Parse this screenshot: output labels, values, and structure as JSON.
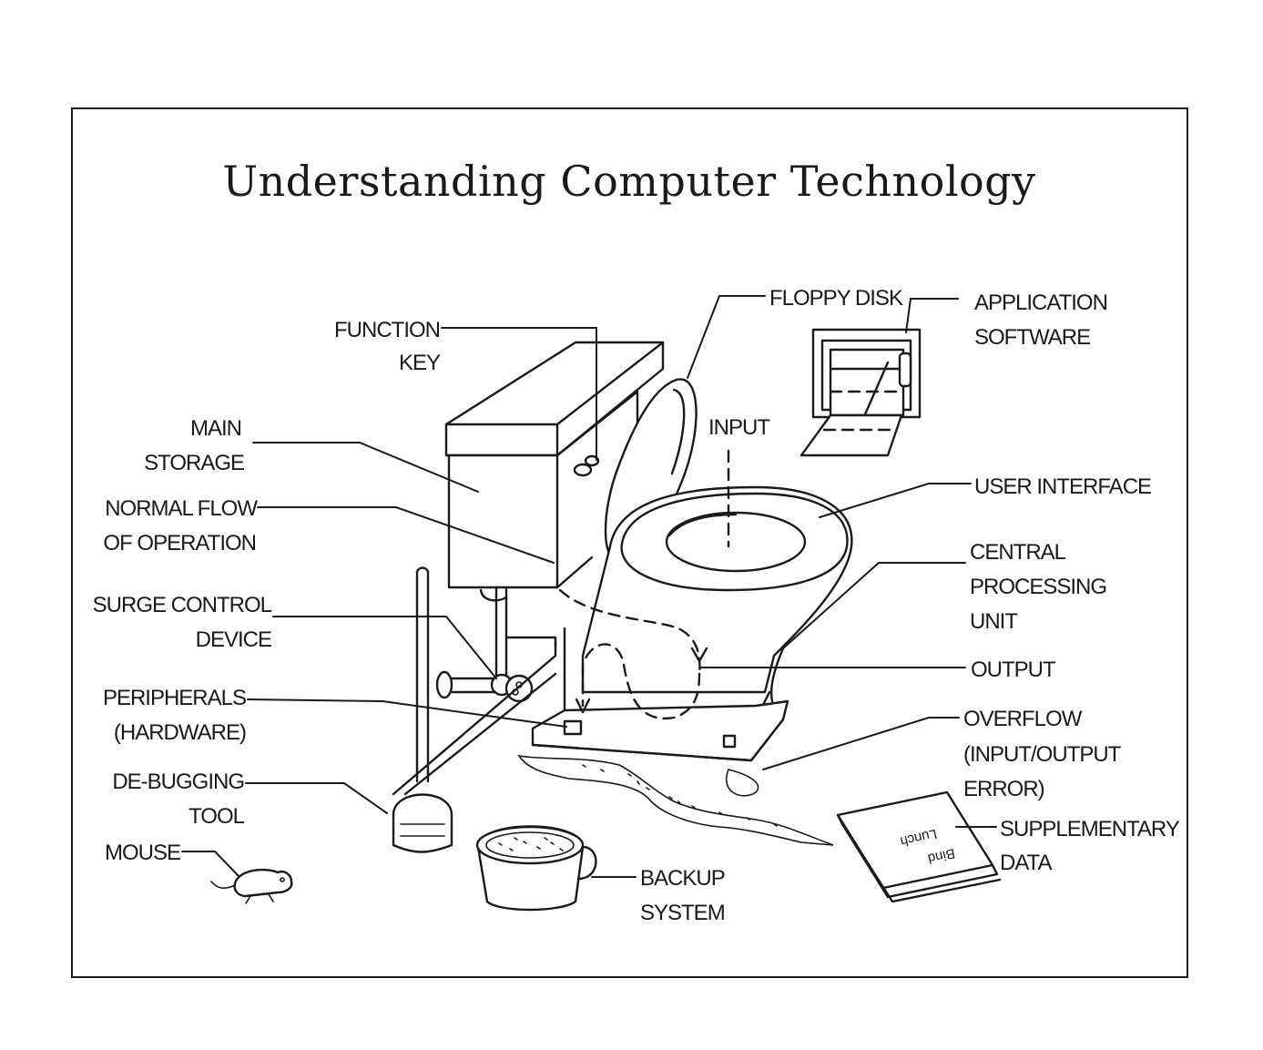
{
  "title": "Understanding Computer Technology",
  "labels": {
    "function_key": [
      "FUNCTION",
      "KEY"
    ],
    "main_storage": [
      "MAIN",
      "STORAGE"
    ],
    "normal_flow": [
      "NORMAL FLOW",
      "OF OPERATION"
    ],
    "surge_control": [
      "SURGE CONTROL",
      "DEVICE"
    ],
    "peripherals": [
      "PERIPHERALS",
      "(HARDWARE)"
    ],
    "debugging": [
      "DE-BUGGING",
      "TOOL"
    ],
    "mouse": [
      "MOUSE"
    ],
    "floppy_disk": [
      "FLOPPY DISK"
    ],
    "application_software": [
      "APPLICATION",
      "SOFTWARE"
    ],
    "input": [
      "INPUT"
    ],
    "user_interface": [
      "USER INTERFACE"
    ],
    "cpu": [
      "CENTRAL",
      "PROCESSING",
      "UNIT"
    ],
    "output": [
      "OUTPUT"
    ],
    "overflow": [
      "OVERFLOW",
      "(INPUT/OUTPUT",
      "ERROR)"
    ],
    "supplementary": [
      "SUPPLEMENTARY",
      "DATA"
    ],
    "backup": [
      "BACKUP",
      "SYSTEM"
    ]
  },
  "magazine_text": [
    "Lunch",
    "Bind"
  ]
}
